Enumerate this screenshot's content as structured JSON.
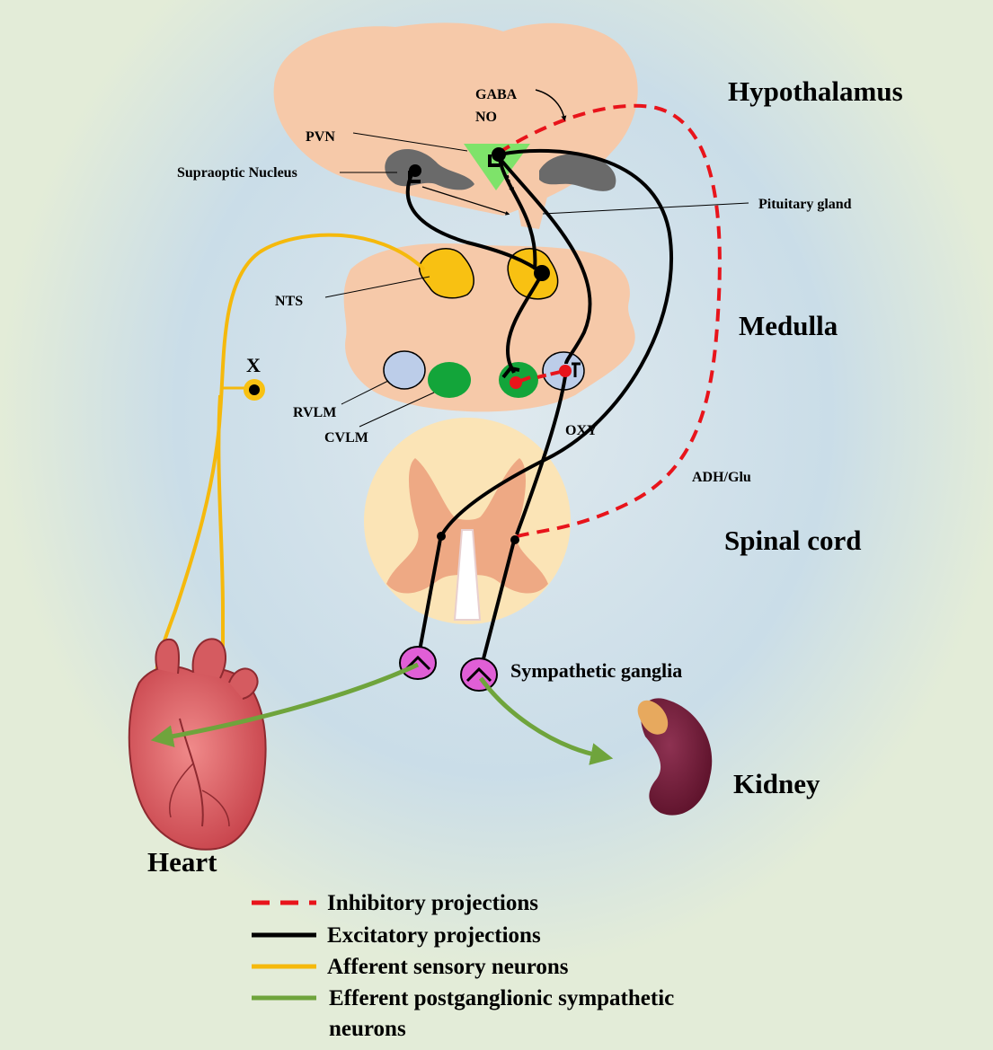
{
  "regions": {
    "hypothalamus": "Hypothalamus",
    "medulla": "Medulla",
    "spinal_cord": "Spinal cord",
    "sympathetic_ganglia": "Sympathetic ganglia",
    "heart": "Heart",
    "kidney": "Kidney"
  },
  "nuclei": {
    "gaba": "GABA",
    "no": "NO",
    "pvn": "PVN",
    "supraoptic": "Supraoptic Nucleus",
    "pituitary": "Pituitary gland",
    "nts": "NTS",
    "x": "X",
    "rvlm": "RVLM",
    "cvlm": "CVLM",
    "oxy": "OXY",
    "adh_glu": "ADH/Glu"
  },
  "legend": [
    {
      "label": "Inhibitory projections",
      "style": "dashed",
      "color": "#e8141b"
    },
    {
      "label": "Excitatory projections",
      "style": "solid",
      "color": "#000000"
    },
    {
      "label": "Afferent sensory neurons",
      "style": "solid",
      "color": "#f5b90c"
    },
    {
      "label": "Efferent postganglionic sympathetic",
      "label2": "neurons",
      "style": "solid",
      "color": "#6fa43c"
    }
  ],
  "colors": {
    "background": "#e3ecd8",
    "glow": "#cfe0ea",
    "brain_tissue": "#f6c9a9",
    "spinal_outer": "#fbe4b6",
    "spinal_grey": "#eea984",
    "pvn_green": "#7ee36a",
    "nts_yellow": "#f8c112",
    "rvlm_blue": "#bccde9",
    "cvlm_green": "#13a53a",
    "ganglia_magenta": "#e05fd6",
    "inhibitory": "#e8141b",
    "excitatory": "#000000",
    "afferent": "#f5b90c",
    "efferent": "#6fa43c",
    "heart_red": "#dd5c62",
    "kidney_purple": "#6e1a32"
  },
  "icons": [
    "heart-icon",
    "kidney-icon",
    "brain-section",
    "spinal-cord-section"
  ]
}
